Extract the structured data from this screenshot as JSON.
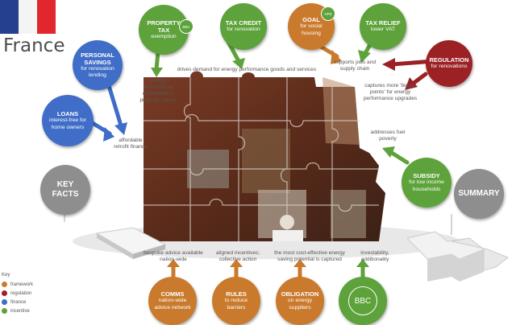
{
  "header": {
    "country": "France"
  },
  "colors": {
    "framework": "#c97a2c",
    "regulation": "#9c2124",
    "finance": "#3f6dc7",
    "incentive": "#5da23a",
    "grey": "#8e8e8e"
  },
  "circles": {
    "property_tax": {
      "title": "PROPERTY TAX",
      "sub": "exemption",
      "badge": "BBC"
    },
    "tax_credit": {
      "title": "TAX CREDIT",
      "sub": "for renovation"
    },
    "goal": {
      "title": "GOAL",
      "sub": "for social housing",
      "badge": "HPE"
    },
    "tax_relief": {
      "title": "TAX RELIEF",
      "sub": "lower VAT"
    },
    "personal_savings": {
      "title": "PERSONAL SAVINGS",
      "sub": "for renovation lending"
    },
    "regulation": {
      "title": "REGULATION",
      "sub": "for renovations"
    },
    "loans": {
      "title": "LOANS",
      "sub": "interest-free for home owners"
    },
    "subsidy": {
      "title": "SUBSIDY",
      "sub": "for low income households"
    },
    "key_facts": {
      "title": "KEY FACTS"
    },
    "summary": {
      "title": "SUMMARY"
    },
    "comms": {
      "title": "COMMS",
      "sub": "nation-wide advice network"
    },
    "rules": {
      "title": "RULES",
      "sub": "to reduce barriers"
    },
    "obligation": {
      "title": "OBLIGATION",
      "sub": "on energy suppliers"
    },
    "bbc": {
      "title": "BBC"
    }
  },
  "labels": {
    "drives_demand": "drives demand for energy performance goods and services",
    "supports_jobs": "supports jobs and supply chain",
    "energy_performance": "energy performance embedded in property values",
    "captures_more": "captures more 'bigger points' for energy performance upgrades",
    "affordable": "affordable retrofit finance",
    "addresses_fuel": "addresses fuel poverty",
    "bespoke_advice": "bespoke advice available nation-wide",
    "aligned_incentives": "aligned incentives; collective action",
    "cost_effective": "the most cost-effective energy saving potential is captured",
    "investability": "investability, additionality"
  },
  "legend": {
    "title": "Key",
    "items": [
      {
        "label": "framework",
        "color": "#c97a2c"
      },
      {
        "label": "regulation",
        "color": "#9c2124"
      },
      {
        "label": "finance",
        "color": "#3f6dc7"
      },
      {
        "label": "incentive",
        "color": "#5da23a"
      }
    ]
  }
}
